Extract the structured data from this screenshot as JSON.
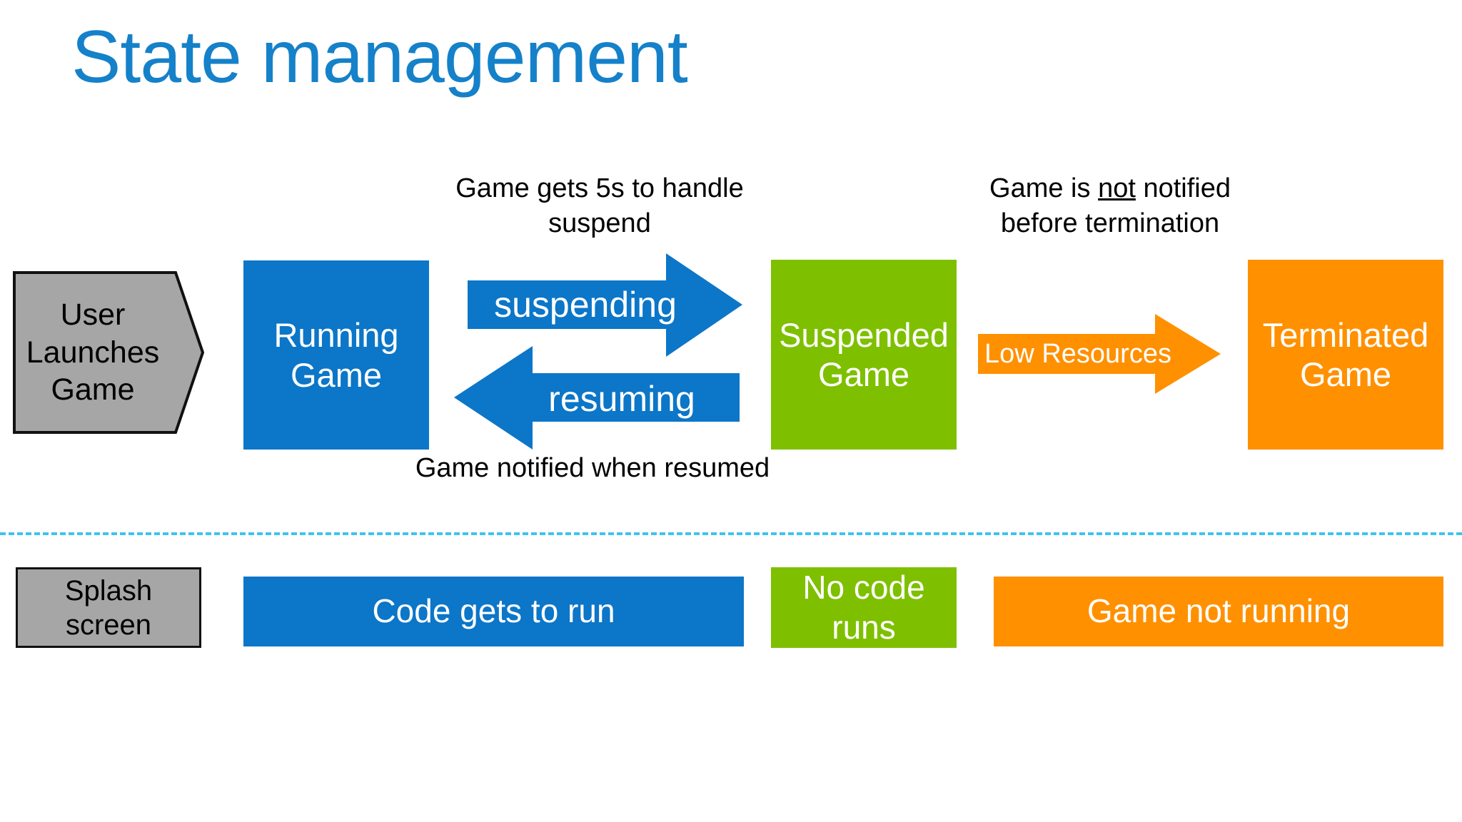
{
  "slide": {
    "title": "State management",
    "title_color": "#1581c9",
    "background": "#ffffff"
  },
  "palette": {
    "blue": "#0c76c8",
    "green": "#7ec000",
    "orange": "#ff9000",
    "gray": "#a6a6a6",
    "divider": "#3fc3ef",
    "text_dark": "#000000",
    "text_light": "#ffffff"
  },
  "lifecycle": {
    "entry_shape": {
      "label": "User\nLaunches\nGame",
      "fill": "#a6a6a6",
      "stroke": "#111111",
      "shape": "pentagon-right"
    },
    "states": [
      {
        "id": "running",
        "label": "Running\nGame",
        "fill": "#0c76c8"
      },
      {
        "id": "suspended",
        "label": "Suspended\nGame",
        "fill": "#7ec000"
      },
      {
        "id": "terminated",
        "label": "Terminated\nGame",
        "fill": "#ff9000"
      }
    ],
    "transitions": [
      {
        "id": "suspending",
        "label": "suspending",
        "direction": "right",
        "fill": "#0c76c8"
      },
      {
        "id": "resuming",
        "label": "resuming",
        "direction": "left",
        "fill": "#0c76c8"
      },
      {
        "id": "low-resources",
        "label": "Low Resources",
        "direction": "right",
        "fill": "#ff9000"
      }
    ],
    "annotations": {
      "suspend_note": "Game gets 5s to handle\nsuspend",
      "terminate_note_before": "Game is ",
      "terminate_note_emphasis": "not",
      "terminate_note_after": " notified\nbefore termination",
      "resume_note": "Game notified when resumed"
    }
  },
  "code_execution_row": {
    "items": [
      {
        "id": "splash",
        "label": "Splash\nscreen",
        "fill": "#a6a6a6",
        "text": "#000000"
      },
      {
        "id": "code-runs",
        "label": "Code gets to run",
        "fill": "#0c76c8",
        "text": "#ffffff"
      },
      {
        "id": "no-code",
        "label": "No code\nruns",
        "fill": "#7ec000",
        "text": "#ffffff"
      },
      {
        "id": "not-running",
        "label": "Game not running",
        "fill": "#ff9000",
        "text": "#ffffff"
      }
    ]
  }
}
